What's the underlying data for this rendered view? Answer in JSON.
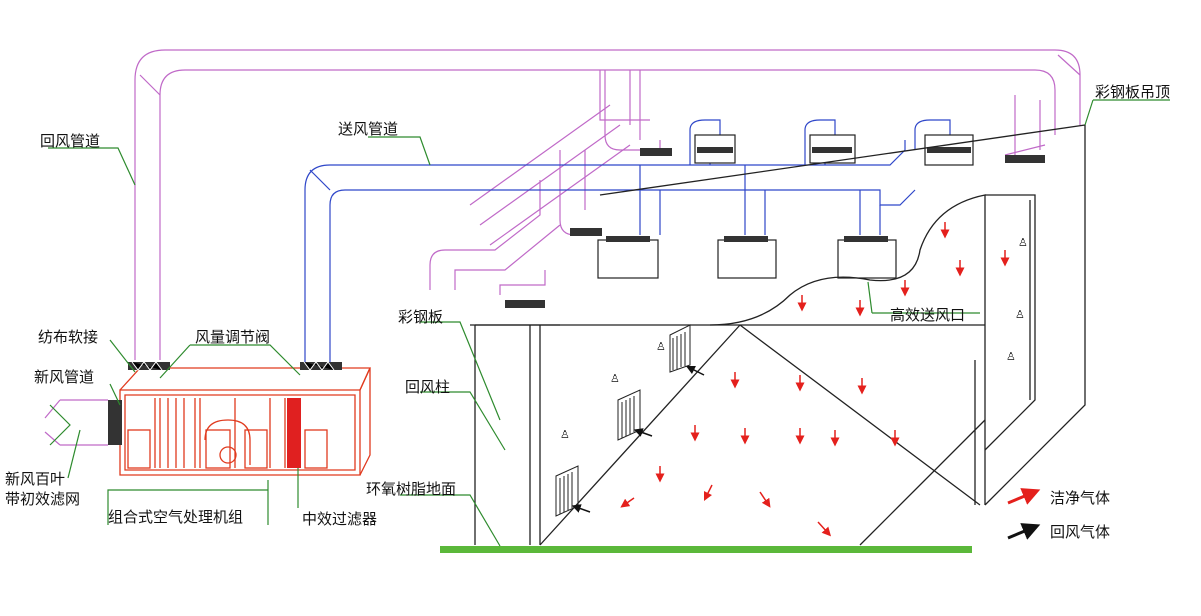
{
  "labels": {
    "return_duct": "回风管道",
    "supply_duct": "送风管道",
    "steel_ceiling": "彩钢板吊顶",
    "fabric_joint": "纺布软接",
    "damper": "风量调节阀",
    "fresh_duct": "新风管道",
    "louver_line1": "新风百叶",
    "louver_line2": "带初效滤网",
    "ahu": "组合式空气处理机组",
    "medium_filter": "中效过滤器",
    "steel_panel": "彩钢板",
    "return_column": "回风柱",
    "hepa_outlet": "高效送风口",
    "epoxy_floor": "环氧树脂地面"
  },
  "legend": {
    "clean_air": "洁净气体",
    "return_air": "回风气体"
  },
  "colors": {
    "return_duct": "#c06ac8",
    "supply_duct": "#2f47c9",
    "ahu": "#e03a1e",
    "leader_line": "#2e8b2e",
    "floor": "#5bb83a",
    "clean_arrow": "#e4201c",
    "return_arrow": "#111111"
  }
}
